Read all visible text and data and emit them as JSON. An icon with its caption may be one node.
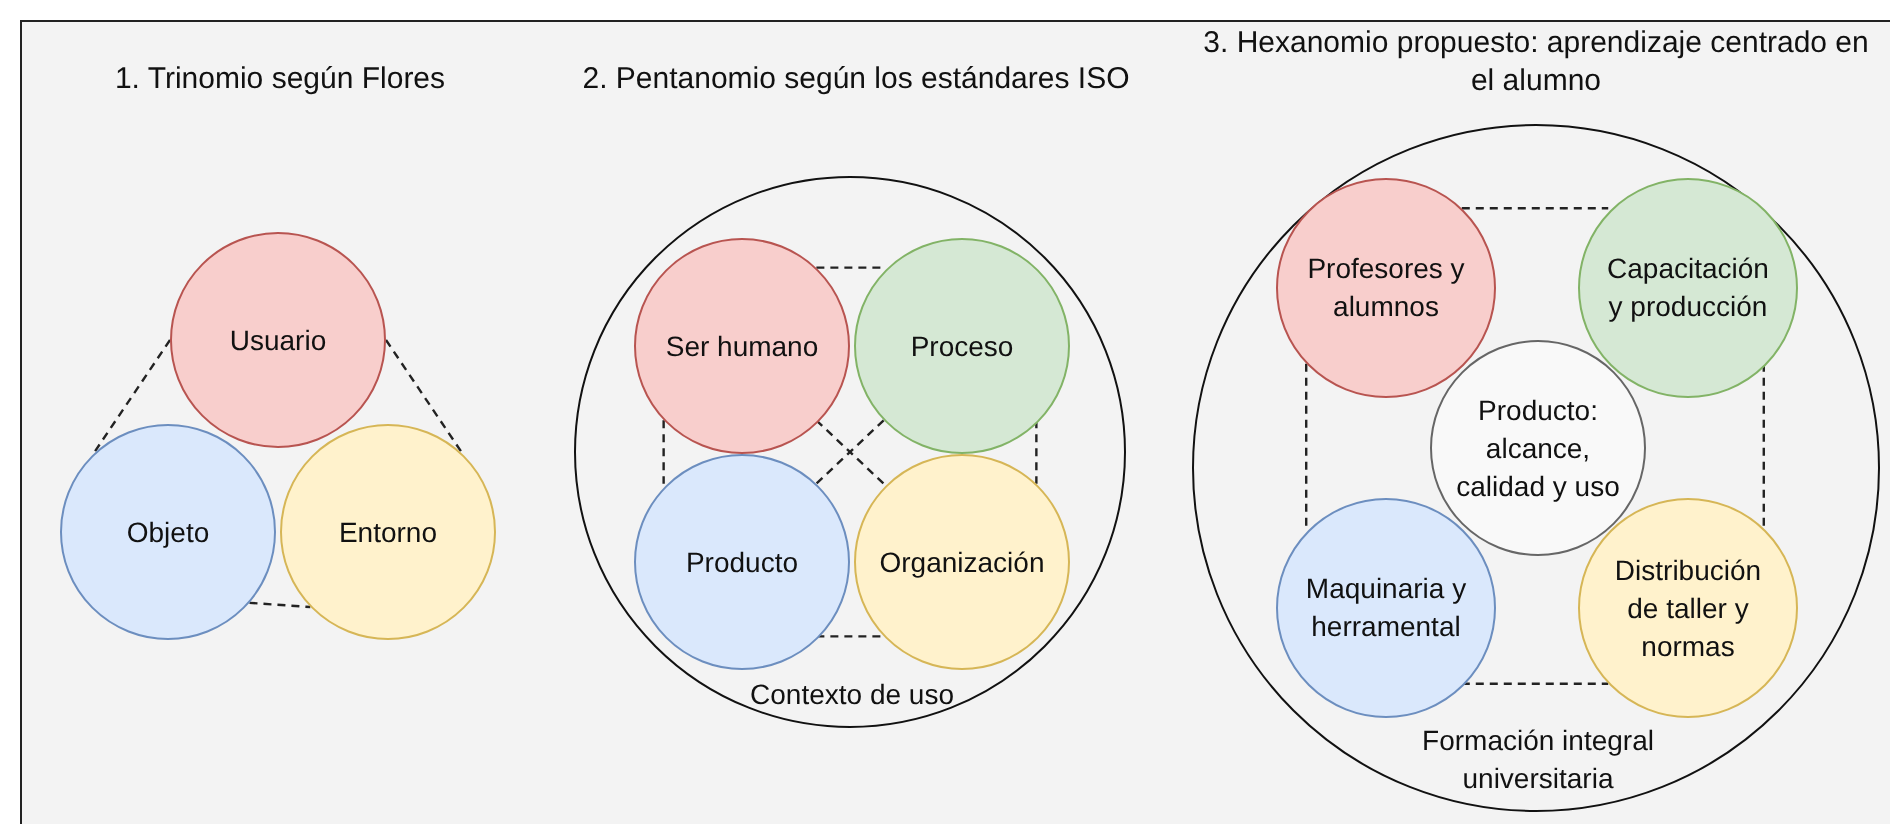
{
  "diagram": {
    "nodes": [
      {
        "text": [
          "Usuario"
        ]
      },
      {
        "text": [
          "Objeto"
        ]
      },
      {
        "text": [
          "Entorno"
        ]
      },
      {
        "text": [
          "Contexto de uso"
        ]
      },
      {
        "text": [
          "Ser humano"
        ],
        "in": 3
      },
      {
        "text": [
          "Proceso"
        ],
        "in": 3
      },
      {
        "text": [
          "Producto"
        ],
        "in": 3
      },
      {
        "text": [
          "Organización"
        ],
        "in": 3
      },
      {
        "text": [
          "Formación integral universitaria"
        ]
      },
      {
        "text": [
          "Profesores y alumnos"
        ],
        "in": 8
      },
      {
        "text": [
          "Capacitación y producción"
        ],
        "in": 8
      },
      {
        "text": [
          "Producto: alcance, calidad y uso"
        ],
        "in": 8
      },
      {
        "text": [
          "Maquinaria y herramental"
        ],
        "in": 8
      },
      {
        "text": [
          "Distribución de taller y normas"
        ],
        "in": 8
      }
    ],
    "edges": [
      {
        "from": 0,
        "to": 1,
        "arrow": "none",
        "style": "dashed"
      },
      {
        "from": 0,
        "to": 2,
        "arrow": "none",
        "style": "dashed"
      },
      {
        "from": 1,
        "to": 2,
        "arrow": "none",
        "style": "dashed"
      },
      {
        "from": 4,
        "to": 5,
        "arrow": "none",
        "style": "dashed"
      },
      {
        "from": 4,
        "to": 6,
        "arrow": "none",
        "style": "dashed"
      },
      {
        "from": 5,
        "to": 7,
        "arrow": "none",
        "style": "dashed"
      },
      {
        "from": 6,
        "to": 7,
        "arrow": "none",
        "style": "dashed"
      },
      {
        "from": 4,
        "to": 7,
        "arrow": "none",
        "style": "dashed"
      },
      {
        "from": 5,
        "to": 6,
        "arrow": "none",
        "style": "dashed"
      },
      {
        "from": 9,
        "to": 10,
        "arrow": "none",
        "style": "dashed"
      },
      {
        "from": 9,
        "to": 12,
        "arrow": "none",
        "style": "dashed"
      },
      {
        "from": 10,
        "to": 13,
        "arrow": "none",
        "style": "dashed"
      },
      {
        "from": 12,
        "to": 13,
        "arrow": "none",
        "style": "dashed"
      }
    ],
    "labels": [
      "1. Trinomio según Flores",
      "2. Pentanomio según los estándares ISO",
      "3. Hexanomio propuesto: aprendizaje centrado en el alumno"
    ]
  }
}
